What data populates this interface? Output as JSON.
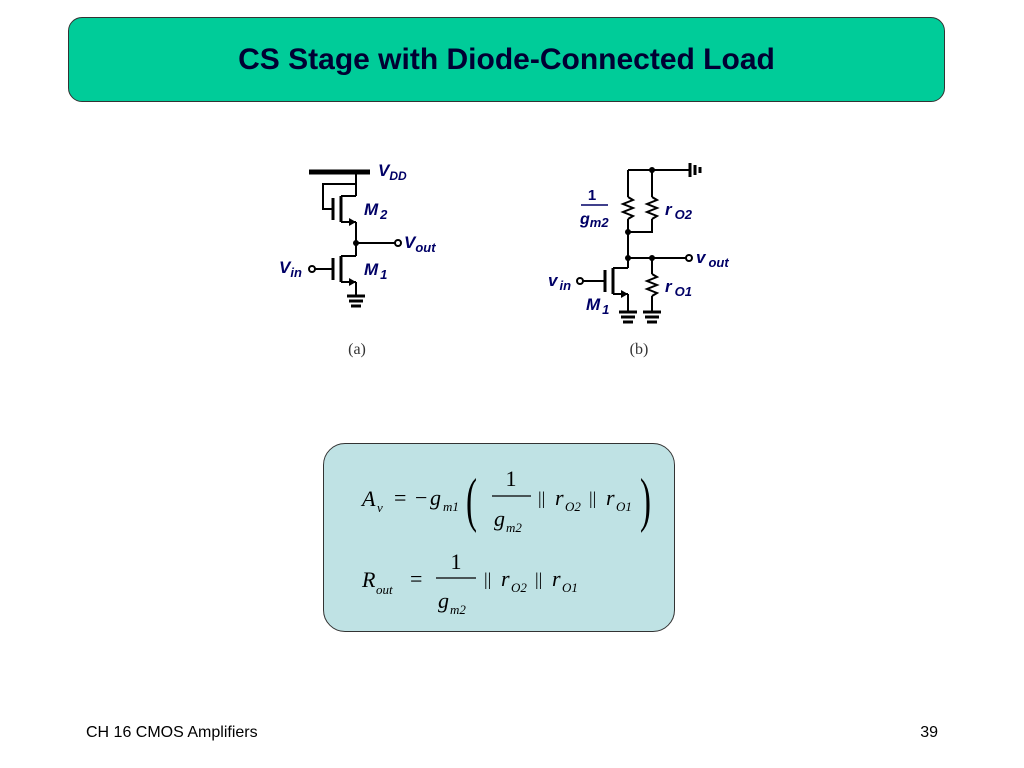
{
  "slide": {
    "title": "CS Stage with Diode-Connected Load",
    "footer_left": "CH 16 CMOS Amplifiers",
    "page_number": "39"
  },
  "circuit_a": {
    "caption": "(a)",
    "vdd": {
      "main": "V",
      "sub": "DD"
    },
    "m2": {
      "main": "M",
      "sub": "2"
    },
    "m1": {
      "main": "M",
      "sub": "1"
    },
    "vout": {
      "main": "V",
      "sub": "out"
    },
    "vin": {
      "main": "V",
      "sub": "in"
    }
  },
  "circuit_b": {
    "caption": "(b)",
    "gm2_inv": {
      "num": "1",
      "den_main": "g",
      "den_sub": "m2"
    },
    "ro2": {
      "main": "r",
      "sub": "O2"
    },
    "ro1": {
      "main": "r",
      "sub": "O1"
    },
    "vout": {
      "main": "v",
      "sub": "out"
    },
    "vin": {
      "main": "v",
      "sub": "in"
    },
    "m1": {
      "main": "M",
      "sub": "1"
    }
  },
  "formulas": {
    "av": {
      "lhs_main": "A",
      "lhs_sub": "v",
      "eq": "=",
      "minus": "−",
      "g": "g",
      "g_sub": "m1",
      "lparen": "(",
      "rparen": ")",
      "frac_num": "1",
      "frac_den": "g",
      "frac_den_sub": "m2",
      "par1": "||",
      "r1": "r",
      "r1_sub": "O2",
      "par2": "||",
      "r2": "r",
      "r2_sub": "O1"
    },
    "rout": {
      "lhs_main": "R",
      "lhs_sub": "out",
      "eq": "=",
      "frac_num": "1",
      "frac_den": "g",
      "frac_den_sub": "m2",
      "par1": "||",
      "r1": "r",
      "r1_sub": "O2",
      "par2": "||",
      "r2": "r",
      "r2_sub": "O1"
    }
  },
  "colors": {
    "title_bg": "#00cc99",
    "formula_bg": "#bfe2e4",
    "label": "#000066"
  }
}
